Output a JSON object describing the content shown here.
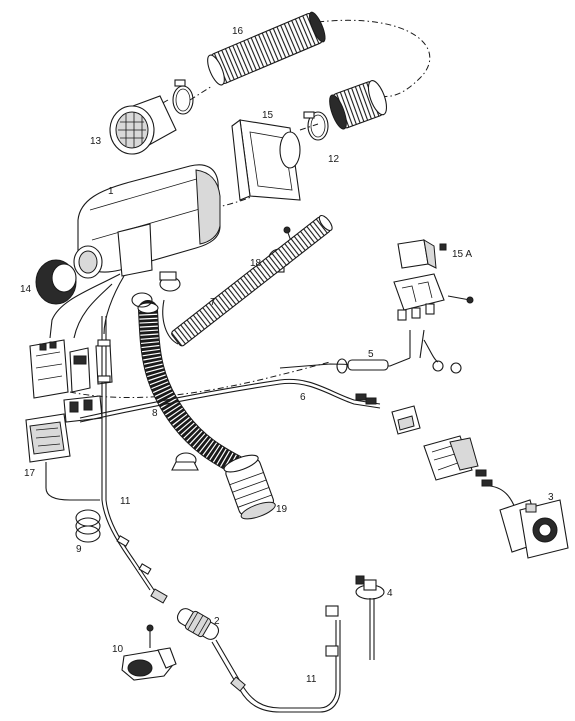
{
  "labels": {
    "p1": "1",
    "p2": "2",
    "p3": "3",
    "p4": "4",
    "p5": "5",
    "p6": "6",
    "p7": "7",
    "p8": "8",
    "p9": "9",
    "p10": "10",
    "p11a": "11",
    "p11b": "11",
    "p12": "12",
    "p13": "13",
    "p14": "14",
    "p15": "15",
    "p16": "16",
    "p17": "17",
    "p18": "18",
    "p19": "19",
    "fuse": "15 A"
  },
  "colors": {
    "ink": "#1a1a1a",
    "paper": "#ffffff",
    "shade": "#d9d9d9"
  }
}
